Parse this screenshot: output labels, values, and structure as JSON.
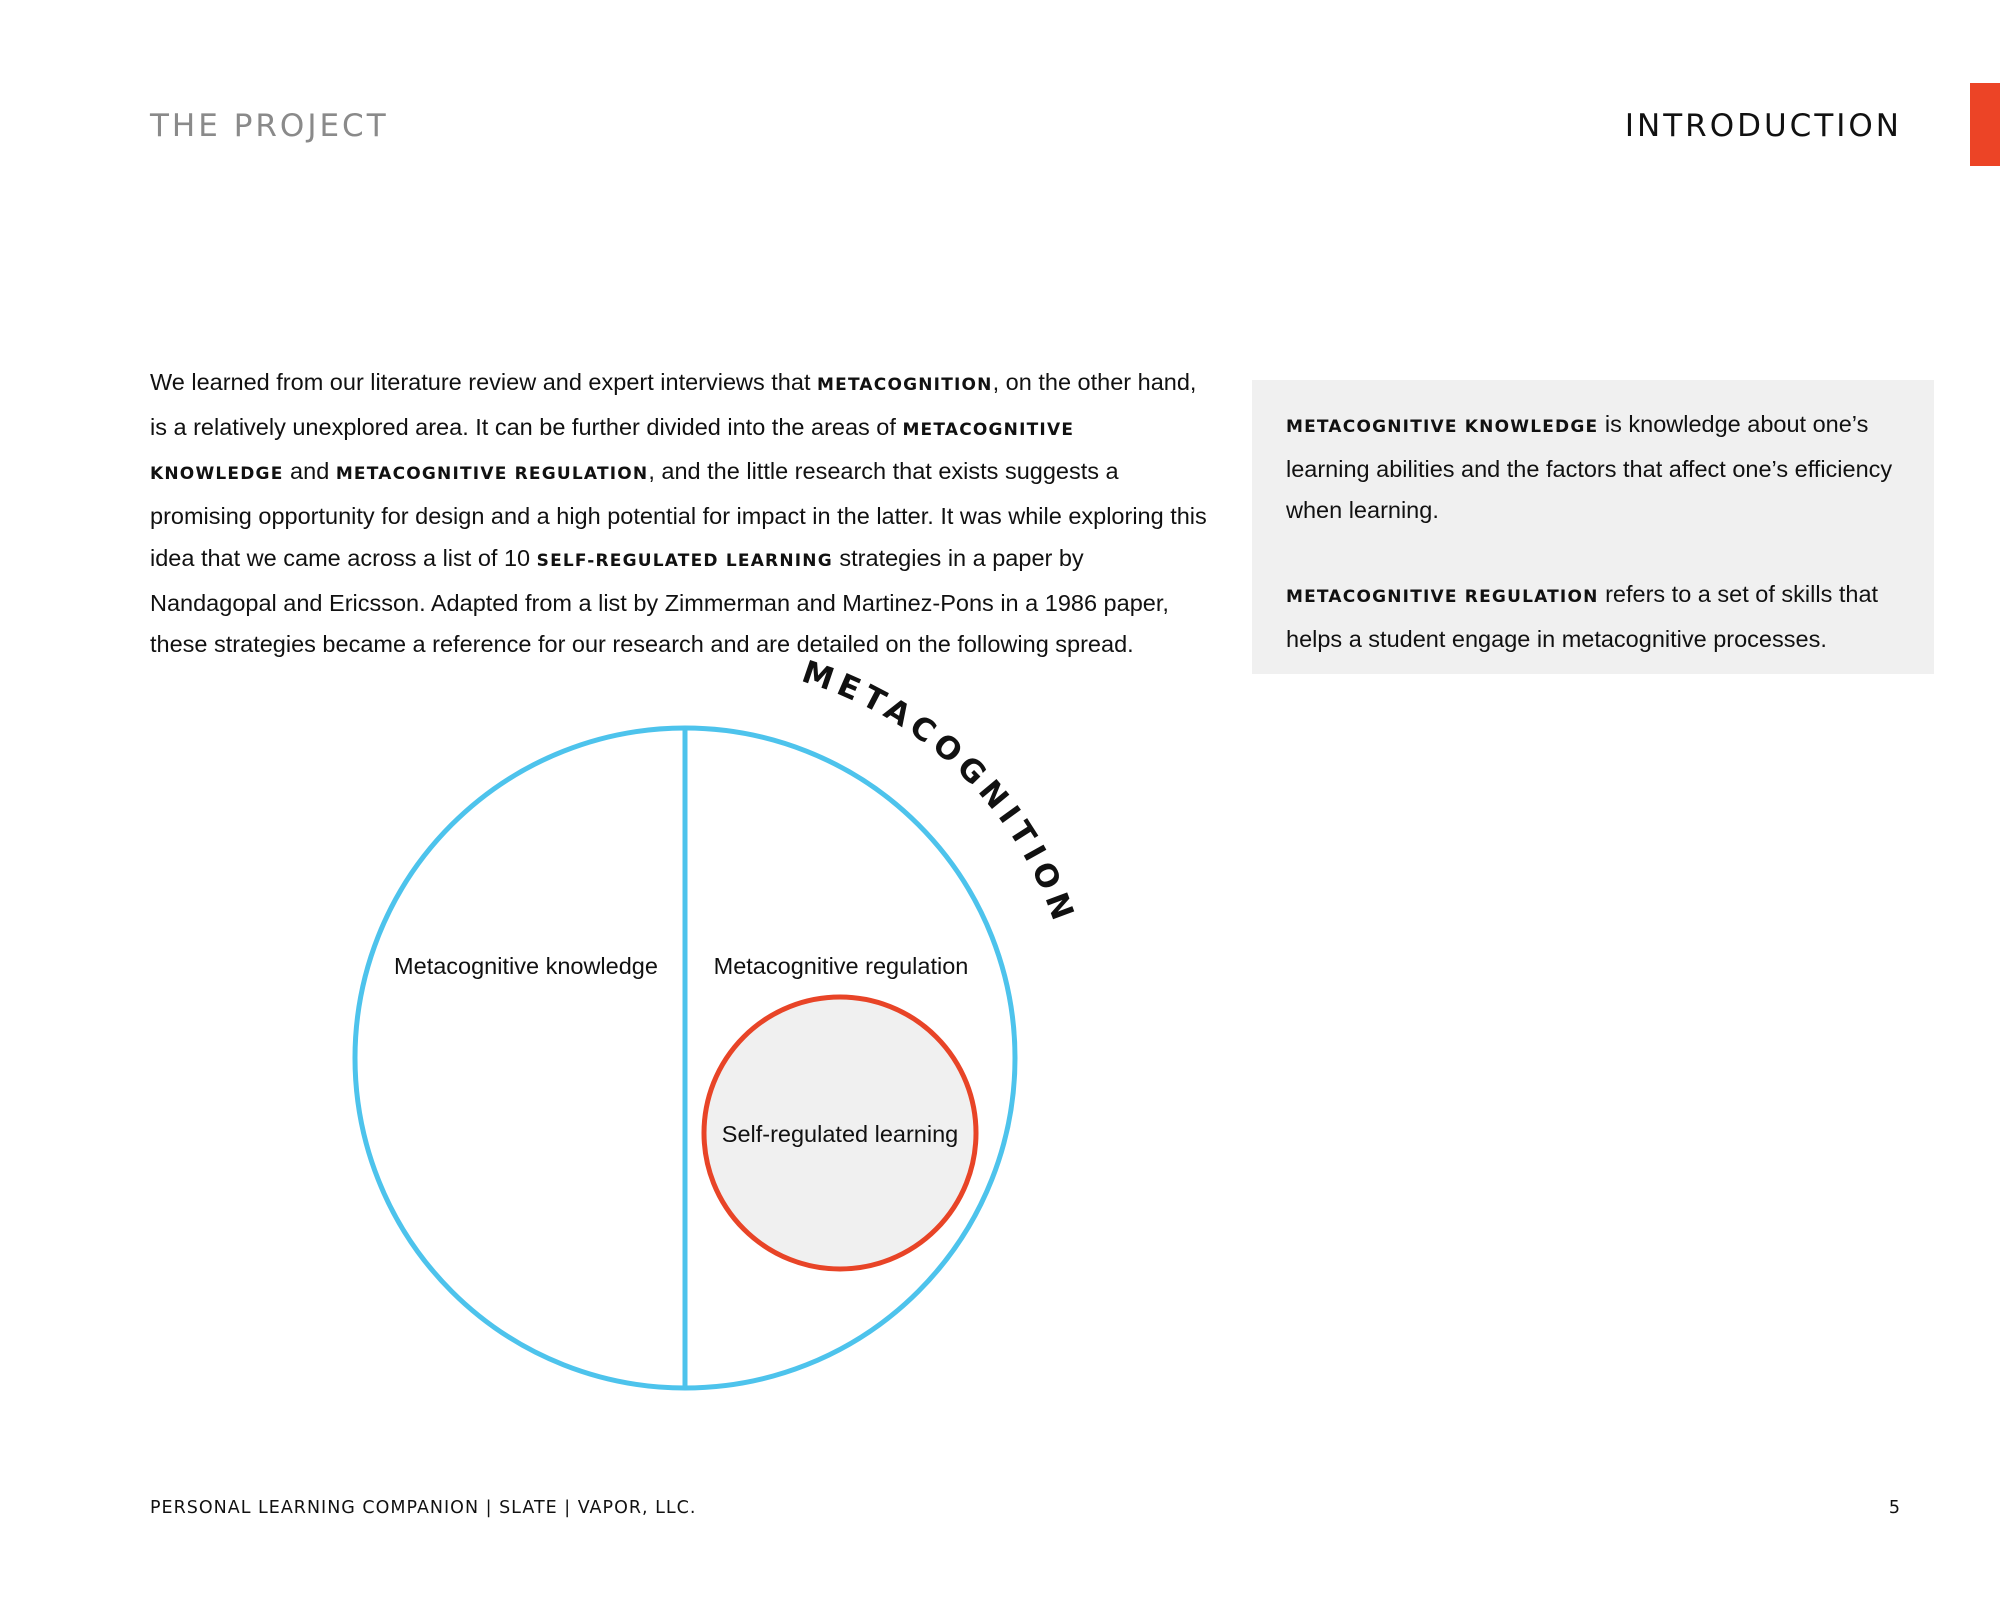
{
  "header": {
    "section_left": "THE PROJECT",
    "section_right": "INTRODUCTION",
    "accent_color": "#ec4426"
  },
  "intro": {
    "p1": "We learned from our literature review and expert interviews that ",
    "term_metacognition": "metacognition",
    "p2": ", on the other hand, is a relatively unexplored area. It can be further divided into the areas of ",
    "term_knowledge": "metacognitive knowledge",
    "p3": " and ",
    "term_regulation": "metacognitive regulation",
    "p4": ", and the little research that exists suggests a promising opportunity for design and a high potential for impact in the latter. It was while exploring this idea that we came across a list of 10 ",
    "term_srl": "self-regulated learning",
    "p5": " strategies in a paper by Nandagopal and Ericsson. Adapted from a list by Zimmerman and Martinez-Pons in a 1986 paper, these strategies became a reference for our research and are detailed on the following spread."
  },
  "sidebar": {
    "def1_term": "metacognitive knowledge",
    "def1_text": " is knowledge about one’s learning abilities and the factors that affect one’s efficiency when learning.",
    "def2_term": "metacognitive regulation",
    "def2_text": " refers to a set of skills that helps a student engage in metacognitive processes."
  },
  "diagram": {
    "arc_title": "METACOGNITION",
    "left_label": "Metacognitive knowledge",
    "right_label": "Metacognitive regulation",
    "inner_label": "Self-regulated learning",
    "outer_color": "#4dc3ec",
    "inner_color": "#e84427",
    "inner_fill": "#f0f0f0"
  },
  "footer": {
    "left": "PERSONAL LEARNING COMPANION | SLATE | VAPOR, LLC.",
    "page_number": "5"
  }
}
